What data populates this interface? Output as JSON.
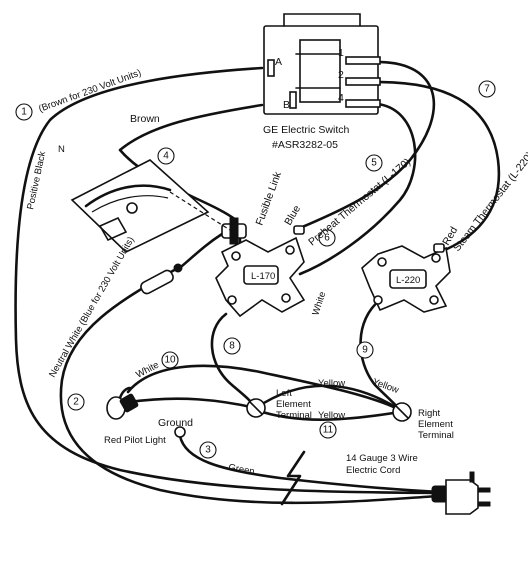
{
  "switch": {
    "title": "GE Electric Switch",
    "part_number": "#ASR3282-05",
    "terminals": [
      "A",
      "B",
      "1",
      "2",
      "4"
    ]
  },
  "thermostats": {
    "preheat_badge": "L-170",
    "steam_badge": "L-220"
  },
  "wire_labels": {
    "w1": "Positive Black",
    "w1_note": "(Brown for 230 Volt Units)",
    "w1_mark": "N",
    "w2": "Neutral White (Blue for 230 Volt Units)",
    "brown": "Brown",
    "fusible_link": "Fusible Link",
    "blue": "Blue",
    "preheat": "Preheat Thermostat (L-170)",
    "white_6": "White",
    "red": "Red",
    "steam": "Steam Thermostat (L-220)",
    "white_10": "White",
    "yellow_left": "Yellow",
    "yellow_right": "Yellow",
    "yellow_bottom": "Yellow",
    "green": "Green"
  },
  "component_labels": {
    "left_terminal": [
      "Left",
      "Element",
      "Terminal"
    ],
    "right_terminal": [
      "Right",
      "Element",
      "Terminal"
    ],
    "pilot_light": "Red Pilot Light",
    "ground": "Ground",
    "cord": [
      "14 Gauge 3 Wire",
      "Electric Cord"
    ]
  },
  "callouts": [
    "1",
    "2",
    "3",
    "4",
    "5",
    "6",
    "7",
    "8",
    "9",
    "10",
    "11"
  ],
  "colors": {
    "ink": "#111111",
    "background": "#ffffff"
  },
  "icons": [
    "electric-switch",
    "thermostat",
    "pilot-light",
    "plug",
    "fusible-link",
    "ground-screw",
    "lightning-break"
  ]
}
